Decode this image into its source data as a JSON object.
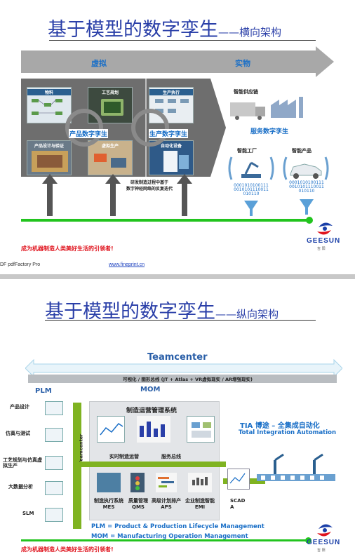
{
  "slide1": {
    "title": "基于模型的数字孪生",
    "subtitle": "——横向架构",
    "arrow_left_label": "虚拟",
    "arrow_right_label": "实物",
    "thumbs": [
      "物料",
      "工艺规划",
      "生产执行",
      "产品设计与验证",
      "虚拟生产",
      "自动化设备"
    ],
    "product_twin": "产品数字孪生",
    "production_twin": "生产数字孪生",
    "supply_chain": "智能供应链",
    "service_twin": "服务数字孪生",
    "smart_factory": "智能工厂",
    "smart_product": "智能产品",
    "binary1": [
      "0001010100111",
      "0010101110011",
      "010110"
    ],
    "binary2": [
      "0001010100111",
      "0010101110011",
      "010110"
    ],
    "center_note": [
      "研发制造过程中基于",
      "数字神经网络的反复迭代"
    ],
    "slogan": "成为机器制造人类美好生活的引领者!",
    "brand": "GEESUN",
    "brand_cn": "吉 阳"
  },
  "footer": {
    "left": "DF  pdfFactory Pro",
    "link": "www.fineprint.cn"
  },
  "slide2": {
    "title": "基于模型的数字孪生",
    "subtitle": "——纵向架构",
    "teamcenter": "Teamcenter",
    "bus": "可视化 / 图形总线 (JT + Atlas + VR虚拟现实 / AR增强现实)",
    "plm": "PLM",
    "mom": "MOM",
    "plm_items": [
      "产品设计",
      "仿真与测试",
      "工艺规划与仿真虚拟生产",
      "大数据分析",
      "SLM"
    ],
    "teamcenter_vertical": "Teamcenter",
    "mom_box_title": "制造运营管理系统",
    "realtime": "实时制造运营",
    "service_bus": "服务总线",
    "mom_items": [
      {
        "name": "制造执行系统",
        "abbr": "MES"
      },
      {
        "name": "质量管理",
        "abbr": "QMS"
      },
      {
        "name": "高级计划排产",
        "abbr": "APS"
      },
      {
        "name": "企业制造智能",
        "abbr": "EMI"
      }
    ],
    "scada": "SCADA",
    "tia_title": "TIA 博途 – 全集成自动化",
    "tia_sub": "Total Integration Automation",
    "plm_def": "PLM = Product & Production Lifecycle Management",
    "mom_def": "MOM = Manufacturing Operation Management",
    "slogan": "成为机器制造人类美好生活的引领者!",
    "brand": "GEESUN",
    "brand_cn": "吉 阳"
  },
  "colors": {
    "title_blue": "#2a3fa8",
    "accent_blue": "#1a6fc7",
    "arrow_gray": "#a5a5a5",
    "slogan_red": "#e0141e",
    "line_green": "#22c41e"
  }
}
